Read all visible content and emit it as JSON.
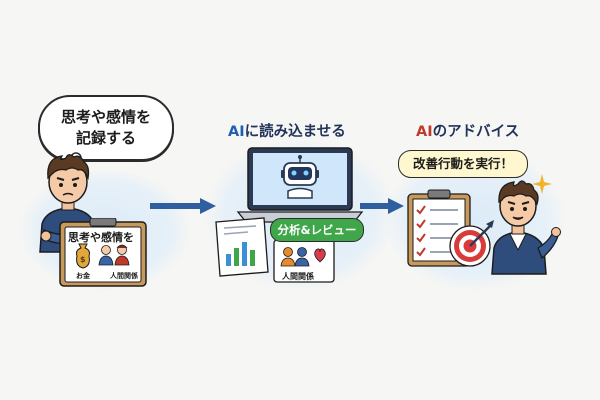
{
  "steps": {
    "step1": {
      "thought_line1": "思考や感情を",
      "thought_line2": "記録する",
      "board_title": "思考や感情を",
      "board_money": "お金",
      "board_relationship": "人間関係"
    },
    "step2": {
      "title_prefix": "AI",
      "title_suffix": "に読み込ませる",
      "badge": "分析&レビュー",
      "card_caption": "人間関係"
    },
    "step3": {
      "title_prefix": "AI",
      "title_suffix": "のアドバイス",
      "speech": "改善行動を実行！"
    }
  },
  "colors": {
    "navy": "#22335a",
    "ai_blue": "#1f5fb0",
    "ai_red": "#c0392b",
    "arrow_blue": "#2f5f9e",
    "badge_green": "#3fa64a",
    "board_wood": "#c8995b"
  }
}
